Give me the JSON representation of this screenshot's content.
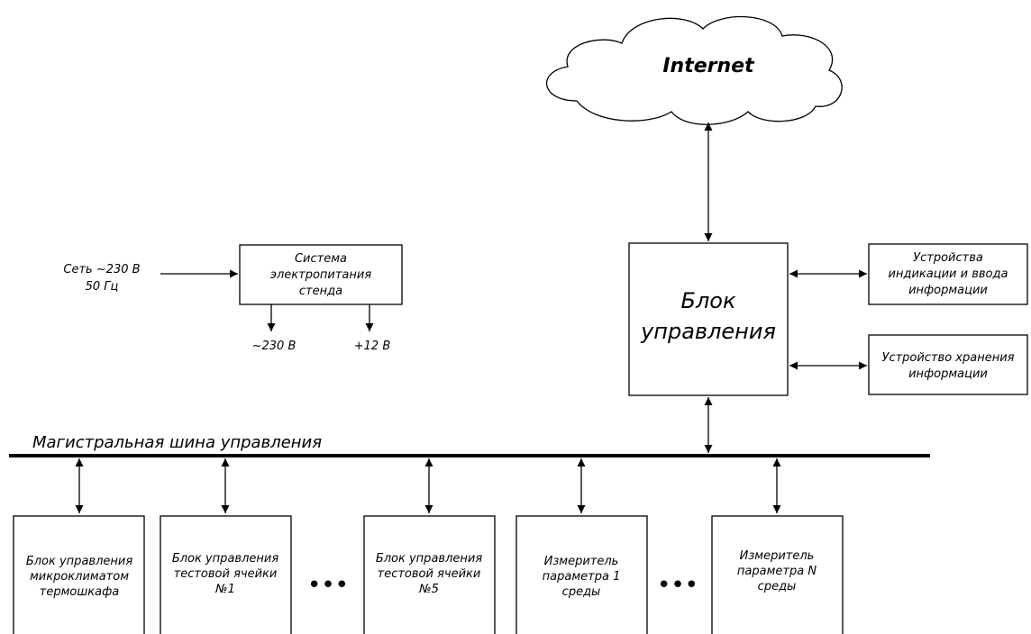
{
  "cloud": {
    "label": "Internet"
  },
  "power_source": {
    "line1": "Сеть ~230 В",
    "line2": "50 Гц"
  },
  "power_system": {
    "line1": "Система",
    "line2": "электропитания",
    "line3": "стенда"
  },
  "outputs": {
    "ac": "~230 В",
    "dc": "+12 В"
  },
  "control_unit": {
    "line1": "Блок",
    "line2": "управления"
  },
  "io_device": {
    "line1": "Устройства",
    "line2": "индикации и ввода",
    "line3": "информации"
  },
  "storage_device": {
    "line1": "Устройство хранения",
    "line2": "информации"
  },
  "bus": {
    "label": "Магистральная шина управления"
  },
  "ellipsis": "•••",
  "modules": [
    {
      "line1": "Блок управления",
      "line2": "микроклиматом",
      "line3": "термошкафа"
    },
    {
      "line1": "Блок управления",
      "line2": "тестовой ячейки",
      "line3": "№1"
    },
    {
      "line1": "Блок управления",
      "line2": "тестовой ячейки",
      "line3": "№5"
    },
    {
      "line1": "Измеритель",
      "line2": "параметра 1",
      "line3": "среды"
    },
    {
      "line1": "Измеритель",
      "line2": "параметра N",
      "line3": "среды"
    }
  ]
}
